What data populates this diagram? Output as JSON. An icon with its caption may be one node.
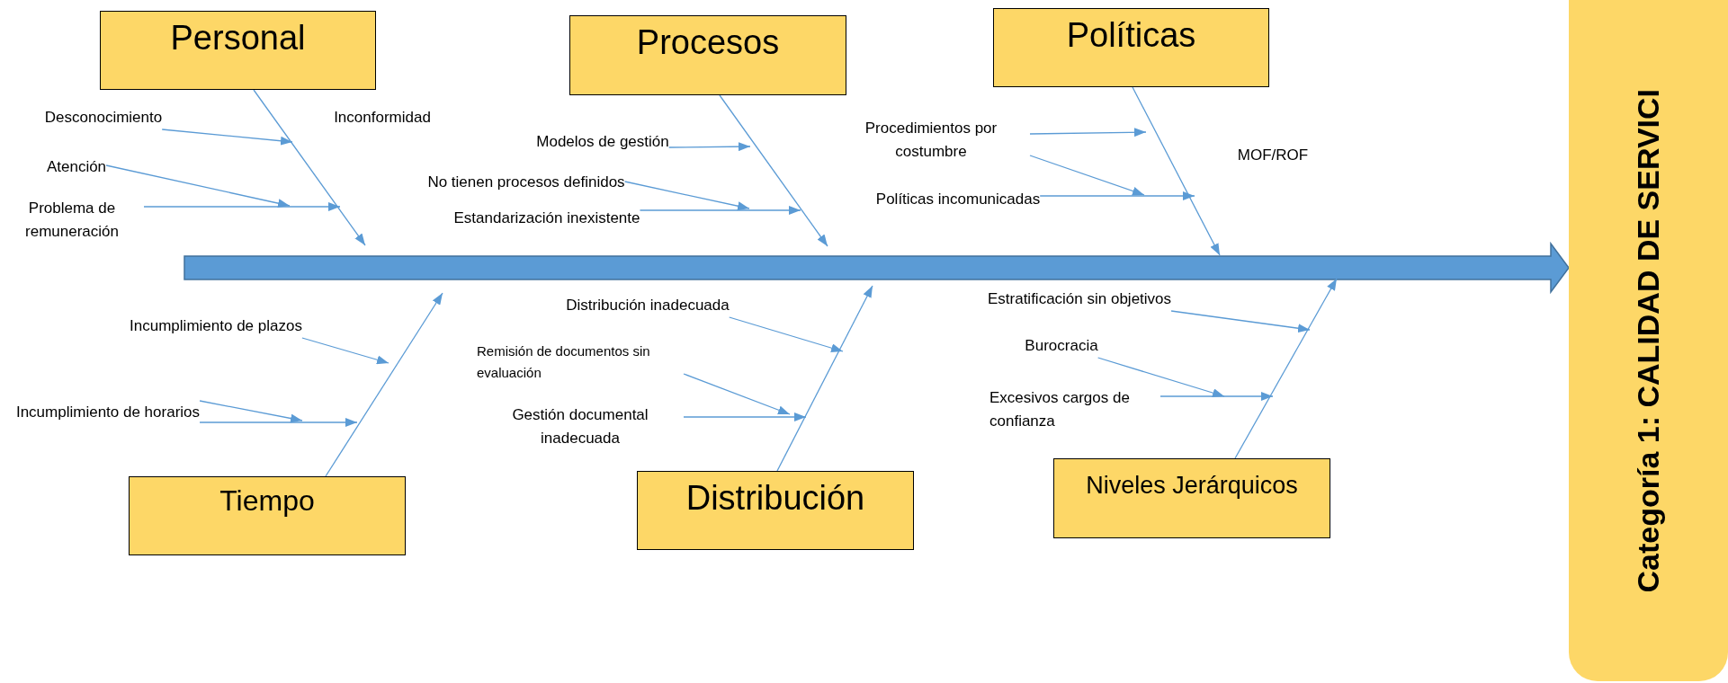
{
  "diagram": {
    "nodes": [
      {
        "text": [
          "Personal"
        ]
      },
      {
        "text": [
          "Procesos"
        ]
      },
      {
        "text": [
          "Políticas"
        ]
      },
      {
        "text": [
          "Tiempo"
        ]
      },
      {
        "text": [
          "Distribución"
        ]
      },
      {
        "text": [
          "Niveles Jerárquicos"
        ]
      },
      {
        "text": [
          "Categoría 1: CALIDAD DE SERVICI"
        ]
      },
      {
        "text": [
          "Desconocimiento"
        ]
      },
      {
        "text": [
          "Atención"
        ]
      },
      {
        "text": [
          "Problema de remuneración"
        ]
      },
      {
        "text": [
          "Modelos de gestión"
        ]
      },
      {
        "text": [
          "No tienen procesos definidos"
        ]
      },
      {
        "text": [
          "Estandarización inexistente"
        ]
      },
      {
        "text": [
          "Procedimientos por costumbre"
        ]
      },
      {
        "text": [
          "Políticas incomunicadas"
        ]
      },
      {
        "text": [
          "Incumplimiento de plazos"
        ]
      },
      {
        "text": [
          "Incumplimiento de horarios"
        ]
      },
      {
        "text": [
          "Distribución inadecuada"
        ]
      },
      {
        "text": [
          "Remisión de documentos sin evaluación"
        ]
      },
      {
        "text": [
          "Gestión documental inadecuada"
        ]
      },
      {
        "text": [
          "Estratificación sin objetivos"
        ]
      },
      {
        "text": [
          "Burocracia"
        ]
      },
      {
        "text": [
          "Excesivos cargos de confianza"
        ]
      }
    ],
    "edges": [
      {
        "from": null,
        "to": 6,
        "arrow": "to",
        "style": "thick"
      },
      {
        "from": 0,
        "to": null,
        "arrow": "to"
      },
      {
        "from": 1,
        "to": null,
        "arrow": "to"
      },
      {
        "from": 2,
        "to": null,
        "arrow": "to"
      },
      {
        "from": 3,
        "to": null,
        "arrow": "to"
      },
      {
        "from": 4,
        "to": null,
        "arrow": "to"
      },
      {
        "from": 5,
        "to": null,
        "arrow": "to"
      },
      {
        "from": 7,
        "to": null,
        "arrow": "to"
      },
      {
        "from": 8,
        "to": null,
        "arrow": "to"
      },
      {
        "from": 9,
        "to": null,
        "arrow": "to"
      },
      {
        "from": 10,
        "to": null,
        "arrow": "to"
      },
      {
        "from": 11,
        "to": null,
        "arrow": "to"
      },
      {
        "from": 12,
        "to": null,
        "arrow": "to"
      },
      {
        "from": 13,
        "to": null,
        "arrow": "to"
      },
      {
        "from": 13,
        "to": null,
        "arrow": "to"
      },
      {
        "from": 14,
        "to": null,
        "arrow": "to"
      },
      {
        "from": 15,
        "to": null,
        "arrow": "to"
      },
      {
        "from": 16,
        "to": null,
        "arrow": "to"
      },
      {
        "from": 16,
        "to": null,
        "arrow": "to"
      },
      {
        "from": 17,
        "to": null,
        "arrow": "to"
      },
      {
        "from": 18,
        "to": null,
        "arrow": "to"
      },
      {
        "from": 19,
        "to": null,
        "arrow": "to"
      },
      {
        "from": 20,
        "to": null,
        "arrow": "to"
      },
      {
        "from": 21,
        "to": null,
        "arrow": "to"
      },
      {
        "from": 22,
        "to": null,
        "arrow": "to"
      }
    ],
    "labels": [
      "Inconformidad",
      "MOF/ROF"
    ]
  }
}
